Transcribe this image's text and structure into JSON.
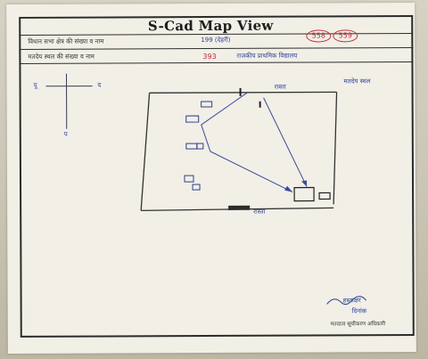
{
  "document": {
    "title": "S-Cad Map View",
    "row1": {
      "label": "विधान सभा क्षेत्र की संख्या व नाम",
      "value": "199 (देहरी)",
      "red_numbers": [
        "558",
        "559"
      ]
    },
    "row2": {
      "label": "मतदेय स्थल की संख्या व नाम",
      "number": "393",
      "value": "राजकीय प्राथमिक विद्यालय"
    },
    "compass": {
      "west": "पू",
      "east": "द",
      "south": "प"
    },
    "map_notes": {
      "road": "रास्ता",
      "top_right": "मतदेय स्थल",
      "bottom_road": "रास्ता"
    },
    "signature": {
      "name": "हस्ताक्षर",
      "date": "दिनांक",
      "role": "मतदाता सूचीकरण अधिकारी"
    }
  }
}
